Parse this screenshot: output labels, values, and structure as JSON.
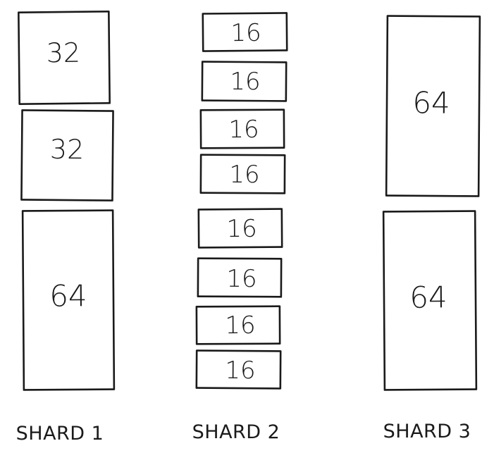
{
  "shards": [
    {
      "label": "SHARD 1",
      "blocks": [
        "32",
        "32",
        "64"
      ]
    },
    {
      "label": "SHARD 2",
      "blocks": [
        "16",
        "16",
        "16",
        "16",
        "16",
        "16",
        "16",
        "16"
      ]
    },
    {
      "label": "SHARD 3",
      "blocks": [
        "64",
        "64"
      ]
    }
  ],
  "colors": {
    "stroke": "#1a1a1a",
    "background": "#ffffff"
  }
}
